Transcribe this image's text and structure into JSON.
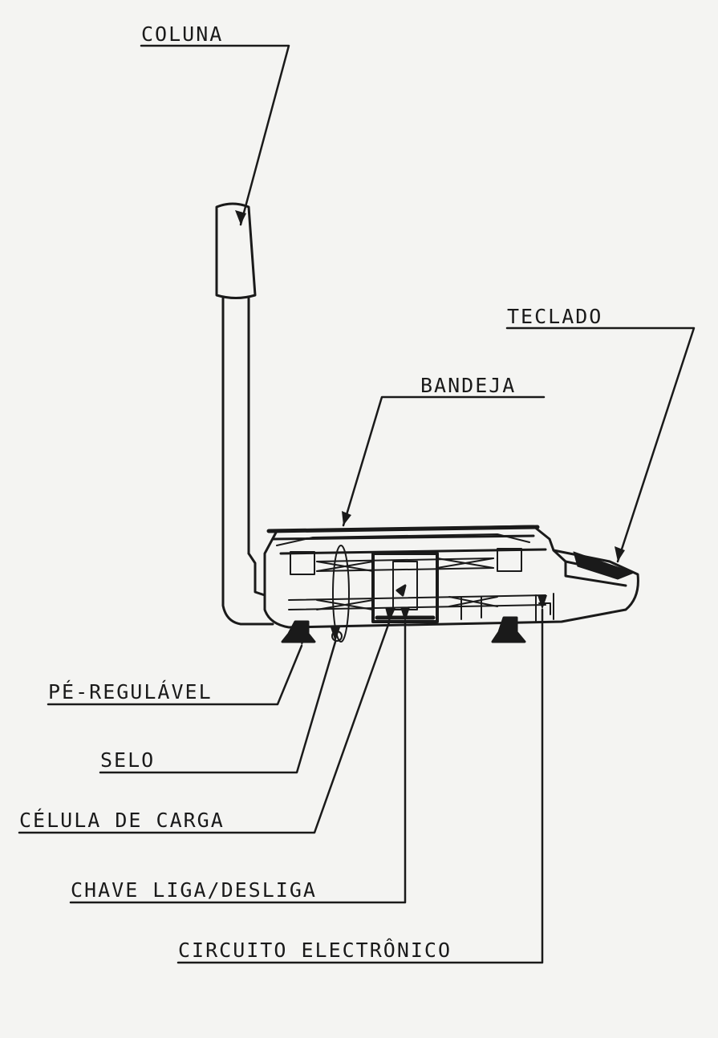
{
  "labels": {
    "coluna": "COLUNA",
    "teclado": "TECLADO",
    "bandeja": "BANDEJA",
    "pe_regulavel": "PÉ-REGULÁVEL",
    "selo": "SELO",
    "celula_de_carga": "CÉLULA DE CARGA",
    "chave_liga_desliga": "CHAVE LIGA/DESLIGA",
    "circuito_eletronico": "CIRCUITO ELECTRÔNICO"
  },
  "colors": {
    "background": "#f4f4f2",
    "ink": "#1a1a1a"
  }
}
